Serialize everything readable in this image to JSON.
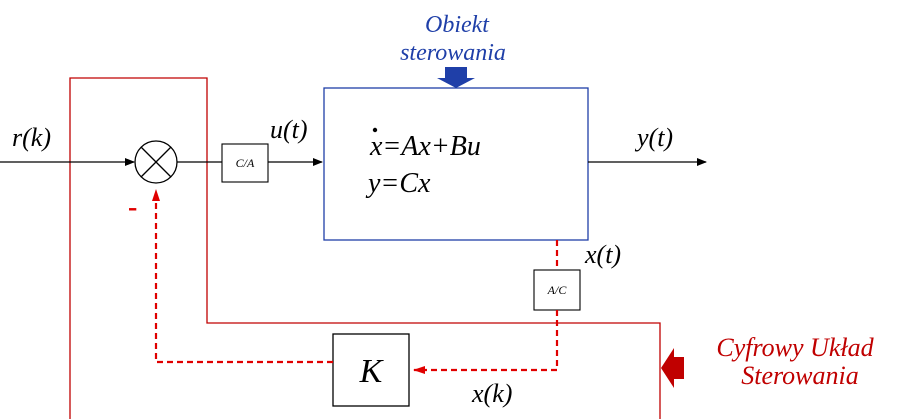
{
  "labels": {
    "obiekt_line1": "Obiekt",
    "obiekt_line2": "sterowania",
    "input_signal": "r(k)",
    "control_signal": "u(t)",
    "output_signal": "y(t)",
    "state_continuous": "x(t)",
    "state_discrete": "x(k)",
    "dac": "C/A",
    "adc": "A/C",
    "gain": "K",
    "minus_sign": "-",
    "cyfrowy_line1": "Cyfrowy Układ",
    "cyfrowy_line2": "Sterowania"
  },
  "equations": {
    "state_eq": "x=Ax+Bu",
    "output_eq": "y=Cx"
  },
  "colors": {
    "plant_border": "#1f3fa8",
    "plant_label": "#1f3fa8",
    "digital_border": "#c00000",
    "digital_label": "#c00000",
    "feedback": "#e00000",
    "signal": "#000000",
    "arrow_blue": "#1f3fa8",
    "arrow_red": "#c00000"
  }
}
